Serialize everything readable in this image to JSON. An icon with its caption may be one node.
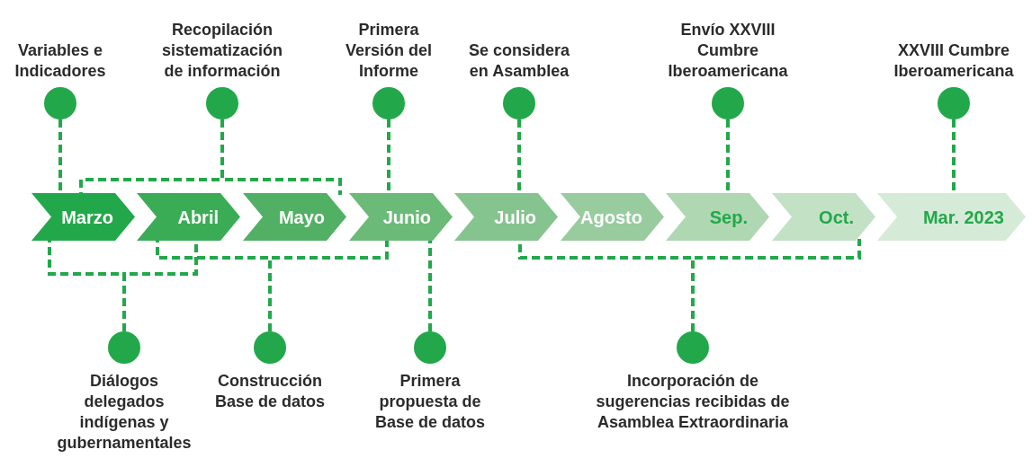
{
  "diagram": {
    "nodes": [
      {
        "text": [
          "Marzo"
        ]
      },
      {
        "text": [
          "Abril"
        ]
      },
      {
        "text": [
          "Mayo"
        ]
      },
      {
        "text": [
          "Junio"
        ]
      },
      {
        "text": [
          "Julio"
        ]
      },
      {
        "text": [
          "Agosto"
        ]
      },
      {
        "text": [
          "Sep."
        ]
      },
      {
        "text": [
          "Oct."
        ]
      },
      {
        "text": [
          "Mar. 2023"
        ]
      },
      {
        "text": [
          "Variables e Indicadores"
        ]
      },
      {
        "text": [
          "Recopilación sistematización de información"
        ]
      },
      {
        "text": [
          "Primera Versión del Informe"
        ]
      },
      {
        "text": [
          "Se considera en Asamblea"
        ]
      },
      {
        "text": [
          "Envío XXVIII Cumbre Iberoamericana"
        ]
      },
      {
        "text": [
          "XXVIII Cumbre Iberoamericana"
        ]
      },
      {
        "text": [
          "Diálogos delegados indígenas y gubernamentales"
        ]
      },
      {
        "text": [
          "Construcción Base de datos"
        ]
      },
      {
        "text": [
          "Primera propuesta de Base de datos"
        ]
      },
      {
        "text": [
          "Incorporación de sugerencias recibidas de Asamblea Extraordinaria"
        ]
      }
    ],
    "edges": [
      {
        "from": 9,
        "to": 0,
        "arrow": "none"
      },
      {
        "from": 10,
        "to": 0,
        "arrow": "none"
      },
      {
        "from": 10,
        "to": 2,
        "arrow": "none"
      },
      {
        "from": 11,
        "to": 3,
        "arrow": "none"
      },
      {
        "from": 12,
        "to": 4,
        "arrow": "none"
      },
      {
        "from": 13,
        "to": 6,
        "arrow": "none"
      },
      {
        "from": 14,
        "to": 8,
        "arrow": "none"
      },
      {
        "from": 15,
        "to": 0,
        "arrow": "none"
      },
      {
        "from": 15,
        "to": 1,
        "arrow": "none"
      },
      {
        "from": 16,
        "to": 1,
        "arrow": "none"
      },
      {
        "from": 16,
        "to": 3,
        "arrow": "none"
      },
      {
        "from": 17,
        "to": 3,
        "arrow": "none"
      },
      {
        "from": 18,
        "to": 4,
        "arrow": "none"
      },
      {
        "from": 18,
        "to": 7,
        "arrow": "none"
      }
    ]
  }
}
